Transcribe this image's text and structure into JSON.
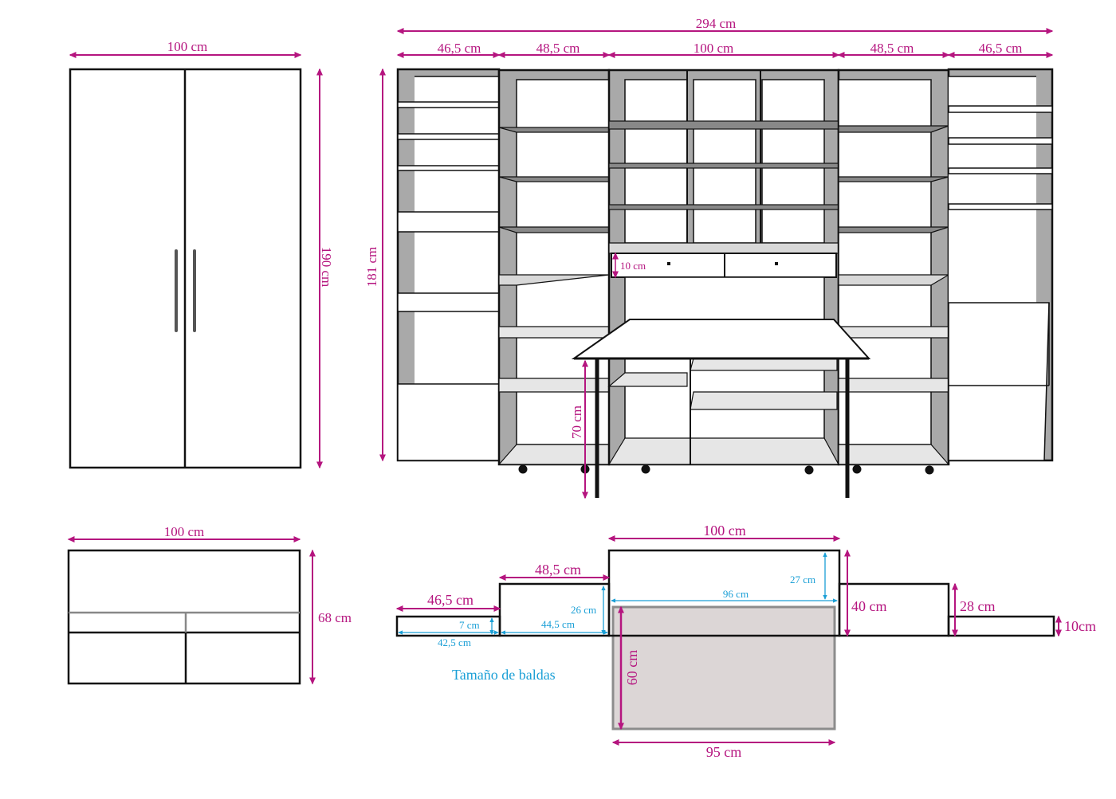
{
  "colors": {
    "dimension": "#b5157f",
    "shelf_dimension": "#1a9fd6",
    "outline": "#111111",
    "panel_gray": "#a9a9a9",
    "shelf_fill": "#ffffff",
    "desk_area": "#dcd6d6",
    "desk_area_border": "#8c8c8c"
  },
  "wardrobe": {
    "width": "100 cm",
    "height": "190 cm"
  },
  "base_unit": {
    "width": "100 cm",
    "height": "68 cm"
  },
  "elevation": {
    "total_width": "294 cm",
    "height": "181 cm",
    "segments": [
      "46,5 cm",
      "48,5 cm",
      "100 cm",
      "48,5 cm",
      "46,5 cm"
    ],
    "drawer_height": "10 cm",
    "desk_height": "70 cm"
  },
  "plan": {
    "left_width": "46,5 cm",
    "second_width": "48,5 cm",
    "center_width": "100 cm",
    "right_depth_40": "40 cm",
    "right_depth_28": "28 cm",
    "far_right_depth": "10cm",
    "shelf_depth_7": "7 cm",
    "shelf_width_42": "42,5 cm",
    "shelf_width_44": "44,5 cm",
    "shelf_depth_26": "26 cm",
    "shelf_depth_27": "27 cm",
    "shelf_width_96": "96 cm",
    "desk_depth": "60 cm",
    "desk_width": "95 cm",
    "shelf_sizes_label": "Tamaño de baldas"
  }
}
